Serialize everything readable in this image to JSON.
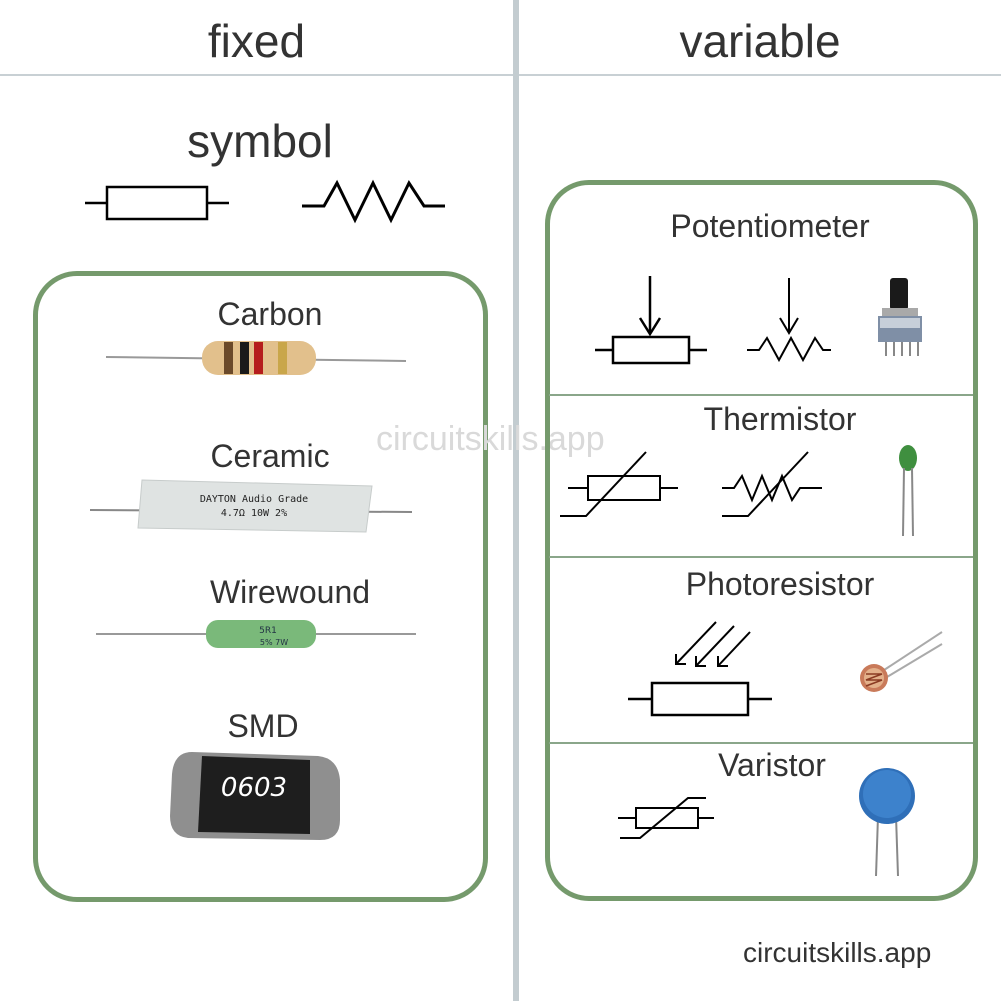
{
  "columns": {
    "fixed": "fixed",
    "variable": "variable"
  },
  "fixed": {
    "symbol_heading": "symbol",
    "types": [
      "Carbon",
      "Ceramic",
      "Wirewound",
      "SMD"
    ],
    "ceramic_print": [
      "DAYTON Audio Grade",
      "4.7Ω 10W 2%"
    ],
    "wirewound_print": [
      "5R1",
      "5% 7W"
    ],
    "smd_code": "0603"
  },
  "variable": {
    "types": [
      "Potentiometer",
      "Thermistor",
      "Photoresistor",
      "Varistor"
    ]
  },
  "watermark": "circuitskills.app",
  "footer": "circuitskills.app",
  "colors": {
    "panel_border": "#759a6c",
    "rule": "#c3ccd0",
    "text": "#333333"
  }
}
